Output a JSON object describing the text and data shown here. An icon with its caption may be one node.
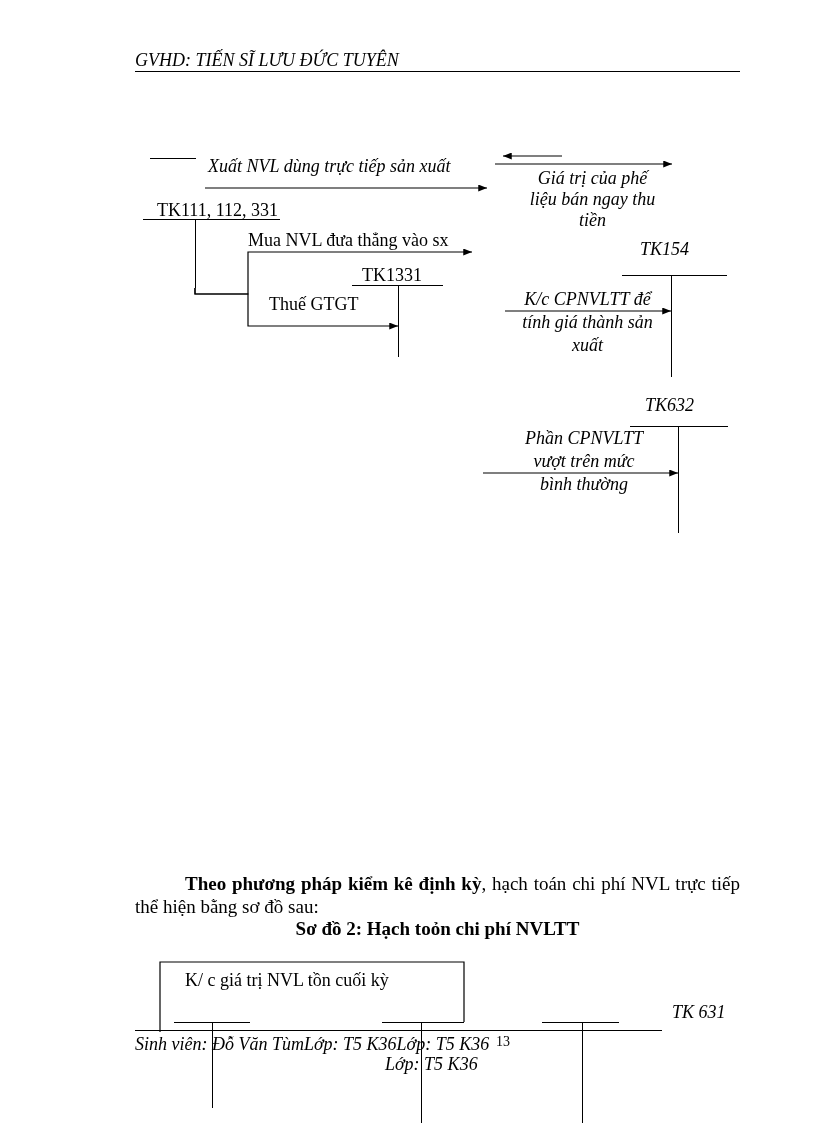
{
  "diagram": {
    "nodes": [
      {
        "text": [],
        "shape": "bar"
      },
      {
        "text": [
          "TK111, 112, 331"
        ]
      },
      {
        "text": [
          "TK154"
        ]
      },
      {
        "text": [
          "TK1331"
        ]
      },
      {
        "text": [
          "TK632"
        ]
      },
      {
        "text": [],
        "shape": "bar"
      },
      {
        "text": [],
        "shape": "bar"
      },
      {
        "text": [],
        "shape": "bar"
      }
    ],
    "edges": [
      {
        "from": 1,
        "to": null,
        "arrow": "to",
        "label": "Mua NVL đưa thẳng vào sx"
      },
      {
        "from": 1,
        "to": 3,
        "arrow": "to",
        "label": "Thuế GTGT"
      },
      {
        "from": null,
        "to": 2,
        "arrow": "to",
        "label": "K/c CPNVLTT để tính giá thành sản xuất"
      },
      {
        "from": null,
        "to": 4,
        "arrow": "to",
        "label": "Phần CPNVLTT vượt trên mức bình thường"
      },
      {
        "from": 5,
        "to": 6,
        "arrow": "none",
        "label": "K/ c giá trị NVL tồn cuối kỳ"
      }
    ],
    "labels": [
      "GVHD: TIẾN SĨ LƯU ĐỨC TUYÊN",
      "Xuất NVL dùng trực tiếp sản xuất",
      "Giá trị của phế liệu bán ngay thu tiền",
      "**Theo phương pháp kiểm kê định kỳ**, hạch toán chi phí NVL trực tiếp thể hiện bằng sơ đồ sau:",
      "Sơ đồ 2: Hạch toỏn chi phí NVLTT",
      "TK 631",
      "Sinh viên: Đỗ Văn TùmLớp: T5 K36Lớp: T5 K36",
      "13",
      "Lớp: T5 K36"
    ]
  }
}
